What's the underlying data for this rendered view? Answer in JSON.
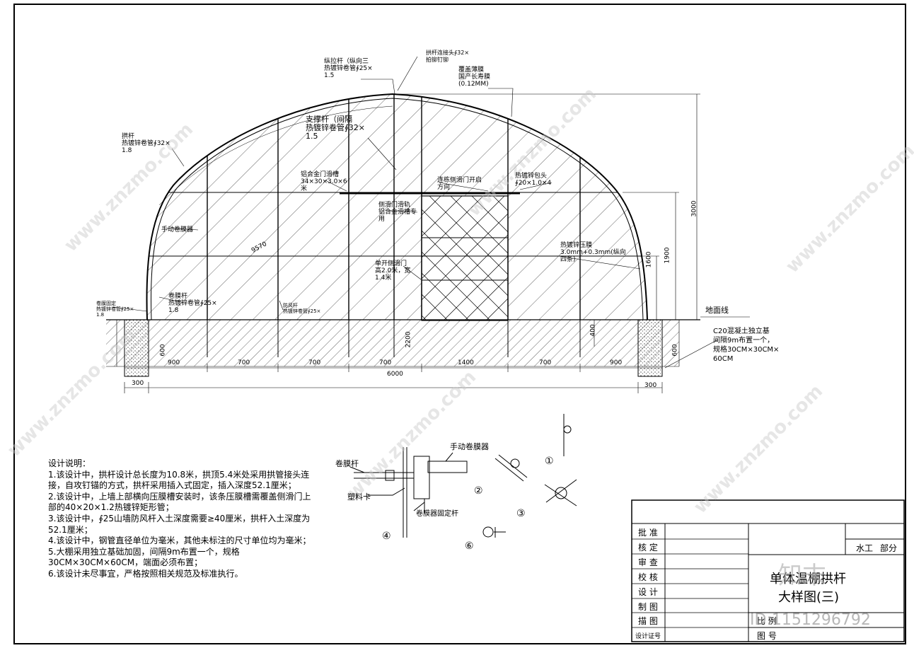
{
  "labels": {
    "longitudinal_bar": "纵拉杆（纵向三\n热镀锌卷管∮25×\n1.5",
    "arch_connector": "拱杆连接头∮32×\n拍铆钉铆",
    "cover_film": "覆盖薄膜\n国产长寿膜\n(0.12MM)",
    "support_bar": "支撑杆（间隔\n热镀锌卷管∮32×\n1.5",
    "arch_bar": "拱杆\n热镀锌卷管∮32×\n1.8",
    "alu_rail": "铝合金门滑槽\n34×30×3.0×6\n米",
    "door_direction": "连栋侧滑门开启\n方向",
    "galv_end": "热镀锌包头\n∮20×1.0×4",
    "side_door_bar": "侧滑门滑轨\n铝合金滑槽专\n用",
    "manual_roller": "手动卷膜器",
    "arc_len": "9570",
    "film_clip_bar": "热镀锌压膜\n3.0mm+0.3mm(纵向\n四条)",
    "single_door": "单开侧滑门\n高2.0米，宽\n1.4米",
    "film_roll_bar": "卷膜杆\n热镀锌卷管∮25×\n1.8",
    "film_fix": "卷膜固定\n热镀锌卷管∮25×\n1.8",
    "windproof": "防风杆\n热镀锌卷管∮25×",
    "ground_line": "地面线",
    "foundation": "C20混凝土独立基\n间隔9m布置一个，\n规格30CM×30CM×\n60CM"
  },
  "dimensions": {
    "h_total": "3000",
    "h_1900": "1900",
    "h_1600": "1600",
    "depth_left": "600",
    "depth_right": "600",
    "door_depth": "2200",
    "pile_depth": "400",
    "d1": "900",
    "d2": "700",
    "d3": "700",
    "d4": "700",
    "d5": "1400",
    "d6": "700",
    "d7": "900",
    "total": "6000",
    "foot_left": "300",
    "foot_right": "300"
  },
  "details": {
    "juanmo_gan": "卷膜杆",
    "shoudong": "手动卷膜器",
    "suliao_ka": "塑料卡",
    "juanmoqi_guding": "卷膜器固定杆",
    "n1": "①",
    "n2": "②",
    "n3": "③",
    "n4": "④",
    "n6": "⑥"
  },
  "notes": {
    "title": "设计说明：",
    "items": [
      "1.该设计中，拱杆设计总长度为10.8米，拱顶5.4米处采用拱管接头连接，自攻钉锚的方式，拱杆采用插入式固定，插入深度52.1厘米；",
      "2.该设计中，上墙上部横向压膜槽安装时，该条压膜槽需覆盖侧滑门上部的40×20×1.2热镀锌矩形管；",
      "3.该设计中，∮25山墙防风杆入土深度需要≥40厘米，拱杆入土深度为52.1厘米；",
      "4.该设计中，钢管直径单位为毫米，其他未标注的尺寸单位均为毫米；",
      "5.大棚采用独立基础加固，间隔9m布置一个，规格30CM×30CM×60CM，端面必须布置；",
      "6.该设计未尽事宜，严格按照相关规范及标准执行。"
    ]
  },
  "title_block": {
    "rows": [
      "批 准",
      "核 定",
      "审 查",
      "校 核",
      "设 计",
      "制 图",
      "描 图",
      "设计证号"
    ],
    "dept": "水工",
    "part": "部分",
    "drawing_title_1": "单体温棚拱杆",
    "drawing_title_2": "大样图(三)",
    "scale_label": "比 例",
    "drawing_no_label": "图 号",
    "logo": "知末",
    "id_text": "ID:1151296792"
  },
  "watermark": "www.znzmo.com"
}
